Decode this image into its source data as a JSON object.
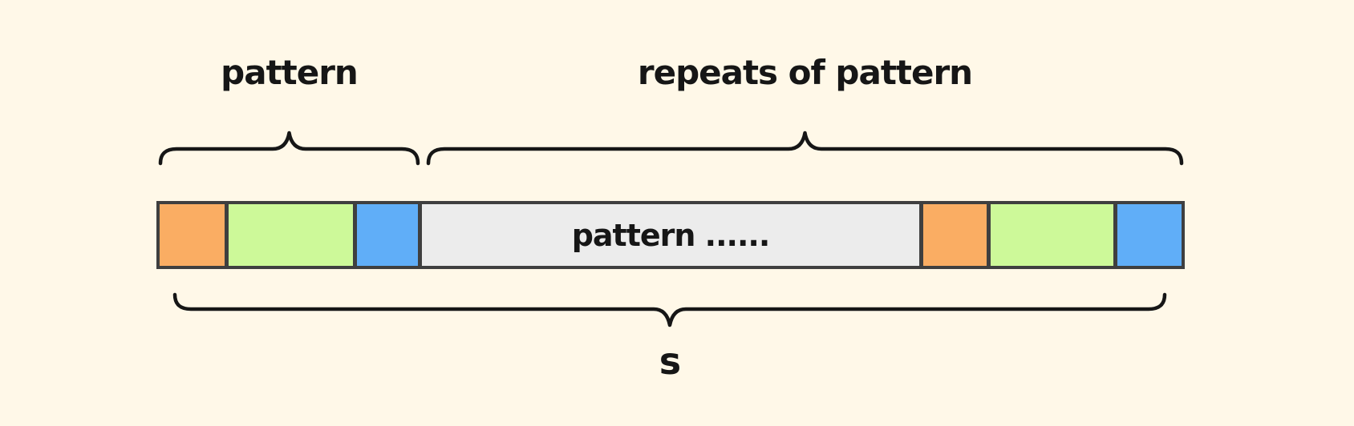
{
  "colors": {
    "background": "#FFF8E8",
    "line": "#161616",
    "text": "#161616",
    "border": "#3F3F3F",
    "orange": "#FAAD63",
    "green": "#CDF999",
    "blue": "#60AEF8",
    "gray": "#ECECEC"
  },
  "labels": {
    "pattern": "pattern",
    "repeats_of_pattern": "repeats of pattern",
    "s": "s"
  },
  "bar": {
    "segments": [
      {
        "name": "orange-1",
        "color": "#FAAD63",
        "relative_width": 83
      },
      {
        "name": "green-1",
        "color": "#CDF999",
        "relative_width": 160
      },
      {
        "name": "blue-1",
        "color": "#60AEF8",
        "relative_width": 79
      },
      {
        "name": "pattern-repeats",
        "color": "#ECECEC",
        "relative_width": 638,
        "label": "pattern ......"
      },
      {
        "name": "orange-2",
        "color": "#FAAD63",
        "relative_width": 82
      },
      {
        "name": "green-2",
        "color": "#CDF999",
        "relative_width": 158
      },
      {
        "name": "blue-2",
        "color": "#60AEF8",
        "relative_width": 82
      }
    ]
  }
}
